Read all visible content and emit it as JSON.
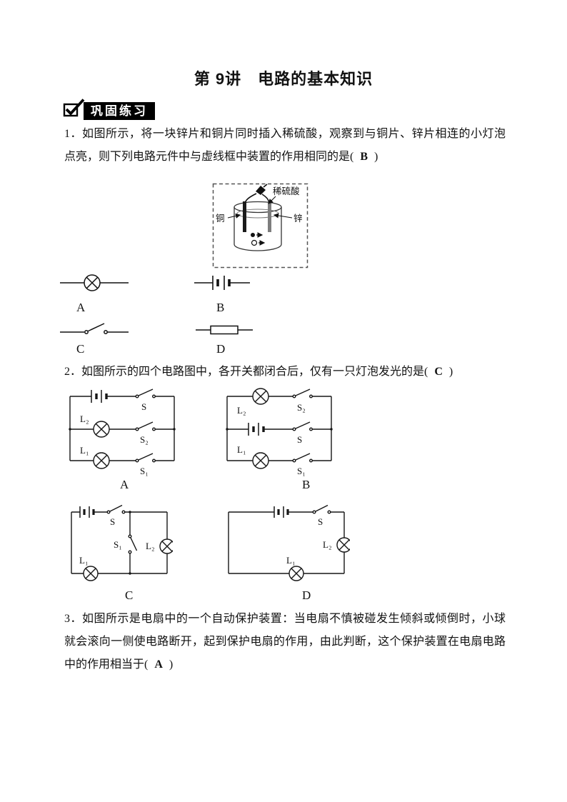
{
  "page": {
    "title": "第 9讲　电路的基本知识"
  },
  "section": {
    "badge": "巩固练习"
  },
  "q1": {
    "line1": "1．如图所示，将一块锌片和铜片同时插入稀硫酸，观察到与铜片、锌片相连的小灯泡",
    "line2_stem": "点亮，则下列电路元件中与虚线框中装置的作用相同的是(",
    "answer": "B",
    "line2_close": ")",
    "figure": {
      "acid": "稀硫酸",
      "copper": "铜",
      "zinc": "锌"
    },
    "options": {
      "A": "A",
      "B": "B",
      "C": "C",
      "D": "D"
    }
  },
  "q2": {
    "stem": "2．如图所示的四个电路图中，各开关都闭合后，仅有一只灯泡发光的是(",
    "answer": "C",
    "close": ")",
    "symbols": {
      "S": "S",
      "S1": "S₁",
      "S2": "S₂",
      "L1": "L₁",
      "L2": "L₂"
    },
    "labels": {
      "A": "A",
      "B": "B",
      "C": "C",
      "D": "D"
    }
  },
  "q3": {
    "line1": "3．如图所示是电扇中的一个自动保护装置：当电扇不慎被碰发生倾斜或倾倒时，小球",
    "line2": "就会滚向一侧使电路断开，起到保护电扇的作用，由此判断，这个保护装置在电扇电路",
    "line3_stem": "中的作用相当于(",
    "answer": "A",
    "line3_close": ")"
  }
}
